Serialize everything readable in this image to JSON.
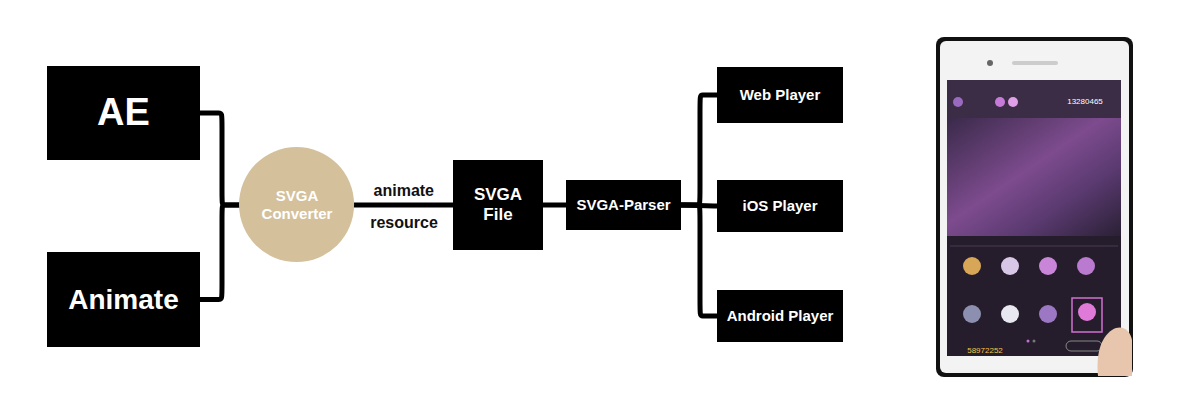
{
  "diagram": {
    "nodes": [
      {
        "text": [
          "AE"
        ]
      },
      {
        "text": [
          "Animate"
        ]
      },
      {
        "text": [
          "SVGA Converter"
        ]
      },
      {
        "text": [
          "SVGA File"
        ]
      },
      {
        "text": [
          "SVGA-Parser"
        ]
      },
      {
        "text": [
          "Web Player"
        ]
      },
      {
        "text": [
          "iOS Player"
        ]
      },
      {
        "text": [
          "Android Player"
        ]
      }
    ],
    "edges": [
      {
        "from": 0,
        "to": 2,
        "arrow": "none"
      },
      {
        "from": 1,
        "to": 2,
        "arrow": "none"
      },
      {
        "from": 2,
        "to": 3,
        "label": "animate",
        "arrow": "none"
      },
      {
        "from": 3,
        "to": 4,
        "arrow": "none"
      },
      {
        "from": 4,
        "to": 5,
        "arrow": "none"
      },
      {
        "from": 4,
        "to": 6,
        "arrow": "none"
      },
      {
        "from": 4,
        "to": 7,
        "arrow": "none"
      }
    ],
    "labels": [
      "resource",
      "13280465",
      "58972252"
    ]
  }
}
